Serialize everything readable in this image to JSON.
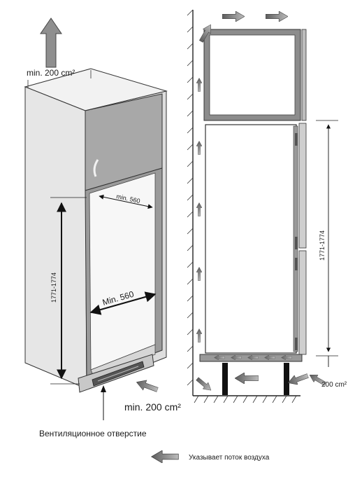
{
  "diagram": {
    "labels": {
      "top_vent": "min. 200 cm²",
      "width_top": "min. 560",
      "width_mid": "Min. 560",
      "height_left": "1771-1774",
      "height_right": "1771-1774",
      "bottom_vent": "min. 200 cm²",
      "right_vent": "200 cm²",
      "vent_opening": "Вентиляционное отверстие",
      "legend": "Указывает поток воздуха"
    },
    "colors": {
      "cabinet_side": "#e4e4e4",
      "cabinet_front": "#cfcfcf",
      "upper_door": "#a9a9a9",
      "frame_gray": "#8c8c8c",
      "arrow_fill": "#8a8a8a",
      "line": "#222222"
    },
    "icons": [
      "airflow-arrow-icon",
      "door-handle-icon",
      "vent-grille-icon",
      "wall-hatch"
    ]
  }
}
